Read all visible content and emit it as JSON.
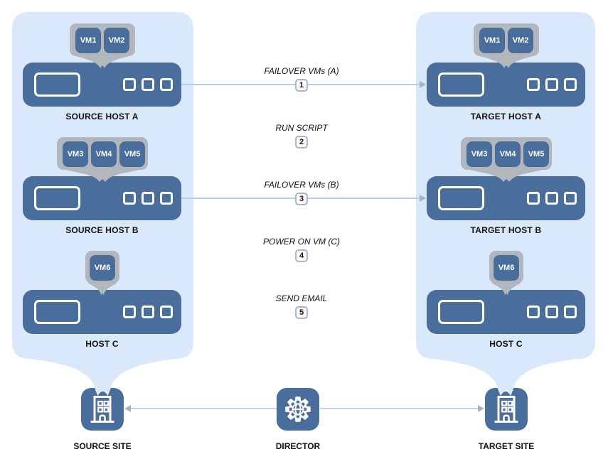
{
  "diagram": {
    "title_hint": "failover-runbook-diagram",
    "source_panel": {
      "hosts": [
        {
          "label": "SOURCE HOST A",
          "vms": [
            "VM1",
            "VM2"
          ]
        },
        {
          "label": "SOURCE HOST B",
          "vms": [
            "VM3",
            "VM4",
            "VM5"
          ]
        },
        {
          "label": "HOST C",
          "vms": [
            "VM6"
          ]
        }
      ]
    },
    "target_panel": {
      "hosts": [
        {
          "label": "TARGET HOST A",
          "vms": [
            "VM1",
            "VM2"
          ]
        },
        {
          "label": "TARGET HOST B",
          "vms": [
            "VM3",
            "VM4",
            "VM5"
          ]
        },
        {
          "label": "HOST C",
          "vms": [
            "VM6"
          ]
        }
      ]
    },
    "steps": [
      {
        "number": "1",
        "label": "FAILOVER VMs (A)",
        "has_arrow": true
      },
      {
        "number": "2",
        "label": "RUN SCRIPT",
        "has_arrow": false
      },
      {
        "number": "3",
        "label": "FAILOVER VMs (B)",
        "has_arrow": true
      },
      {
        "number": "4",
        "label": "POWER ON VM (C)",
        "has_arrow": false
      },
      {
        "number": "5",
        "label": "SEND EMAIL",
        "has_arrow": false
      }
    ],
    "sites": {
      "source": {
        "label": "SOURCE SITE",
        "icon": "building-icon"
      },
      "director": {
        "label": "DIRECTOR",
        "icon": "gear-globe-icon"
      },
      "target": {
        "label": "TARGET SITE",
        "icon": "building-icon"
      }
    },
    "colors": {
      "panel_fill": "#DAE8FC",
      "node_fill": "#4A6E9B",
      "vm_tray_fill": "#B1B7BD",
      "arrow_line": "#BCCDDF",
      "arrow_head": "#9FB6D0",
      "badge_border": "#9FB7D0",
      "text": "#111111",
      "vm_text": "#FFFFFF"
    }
  }
}
